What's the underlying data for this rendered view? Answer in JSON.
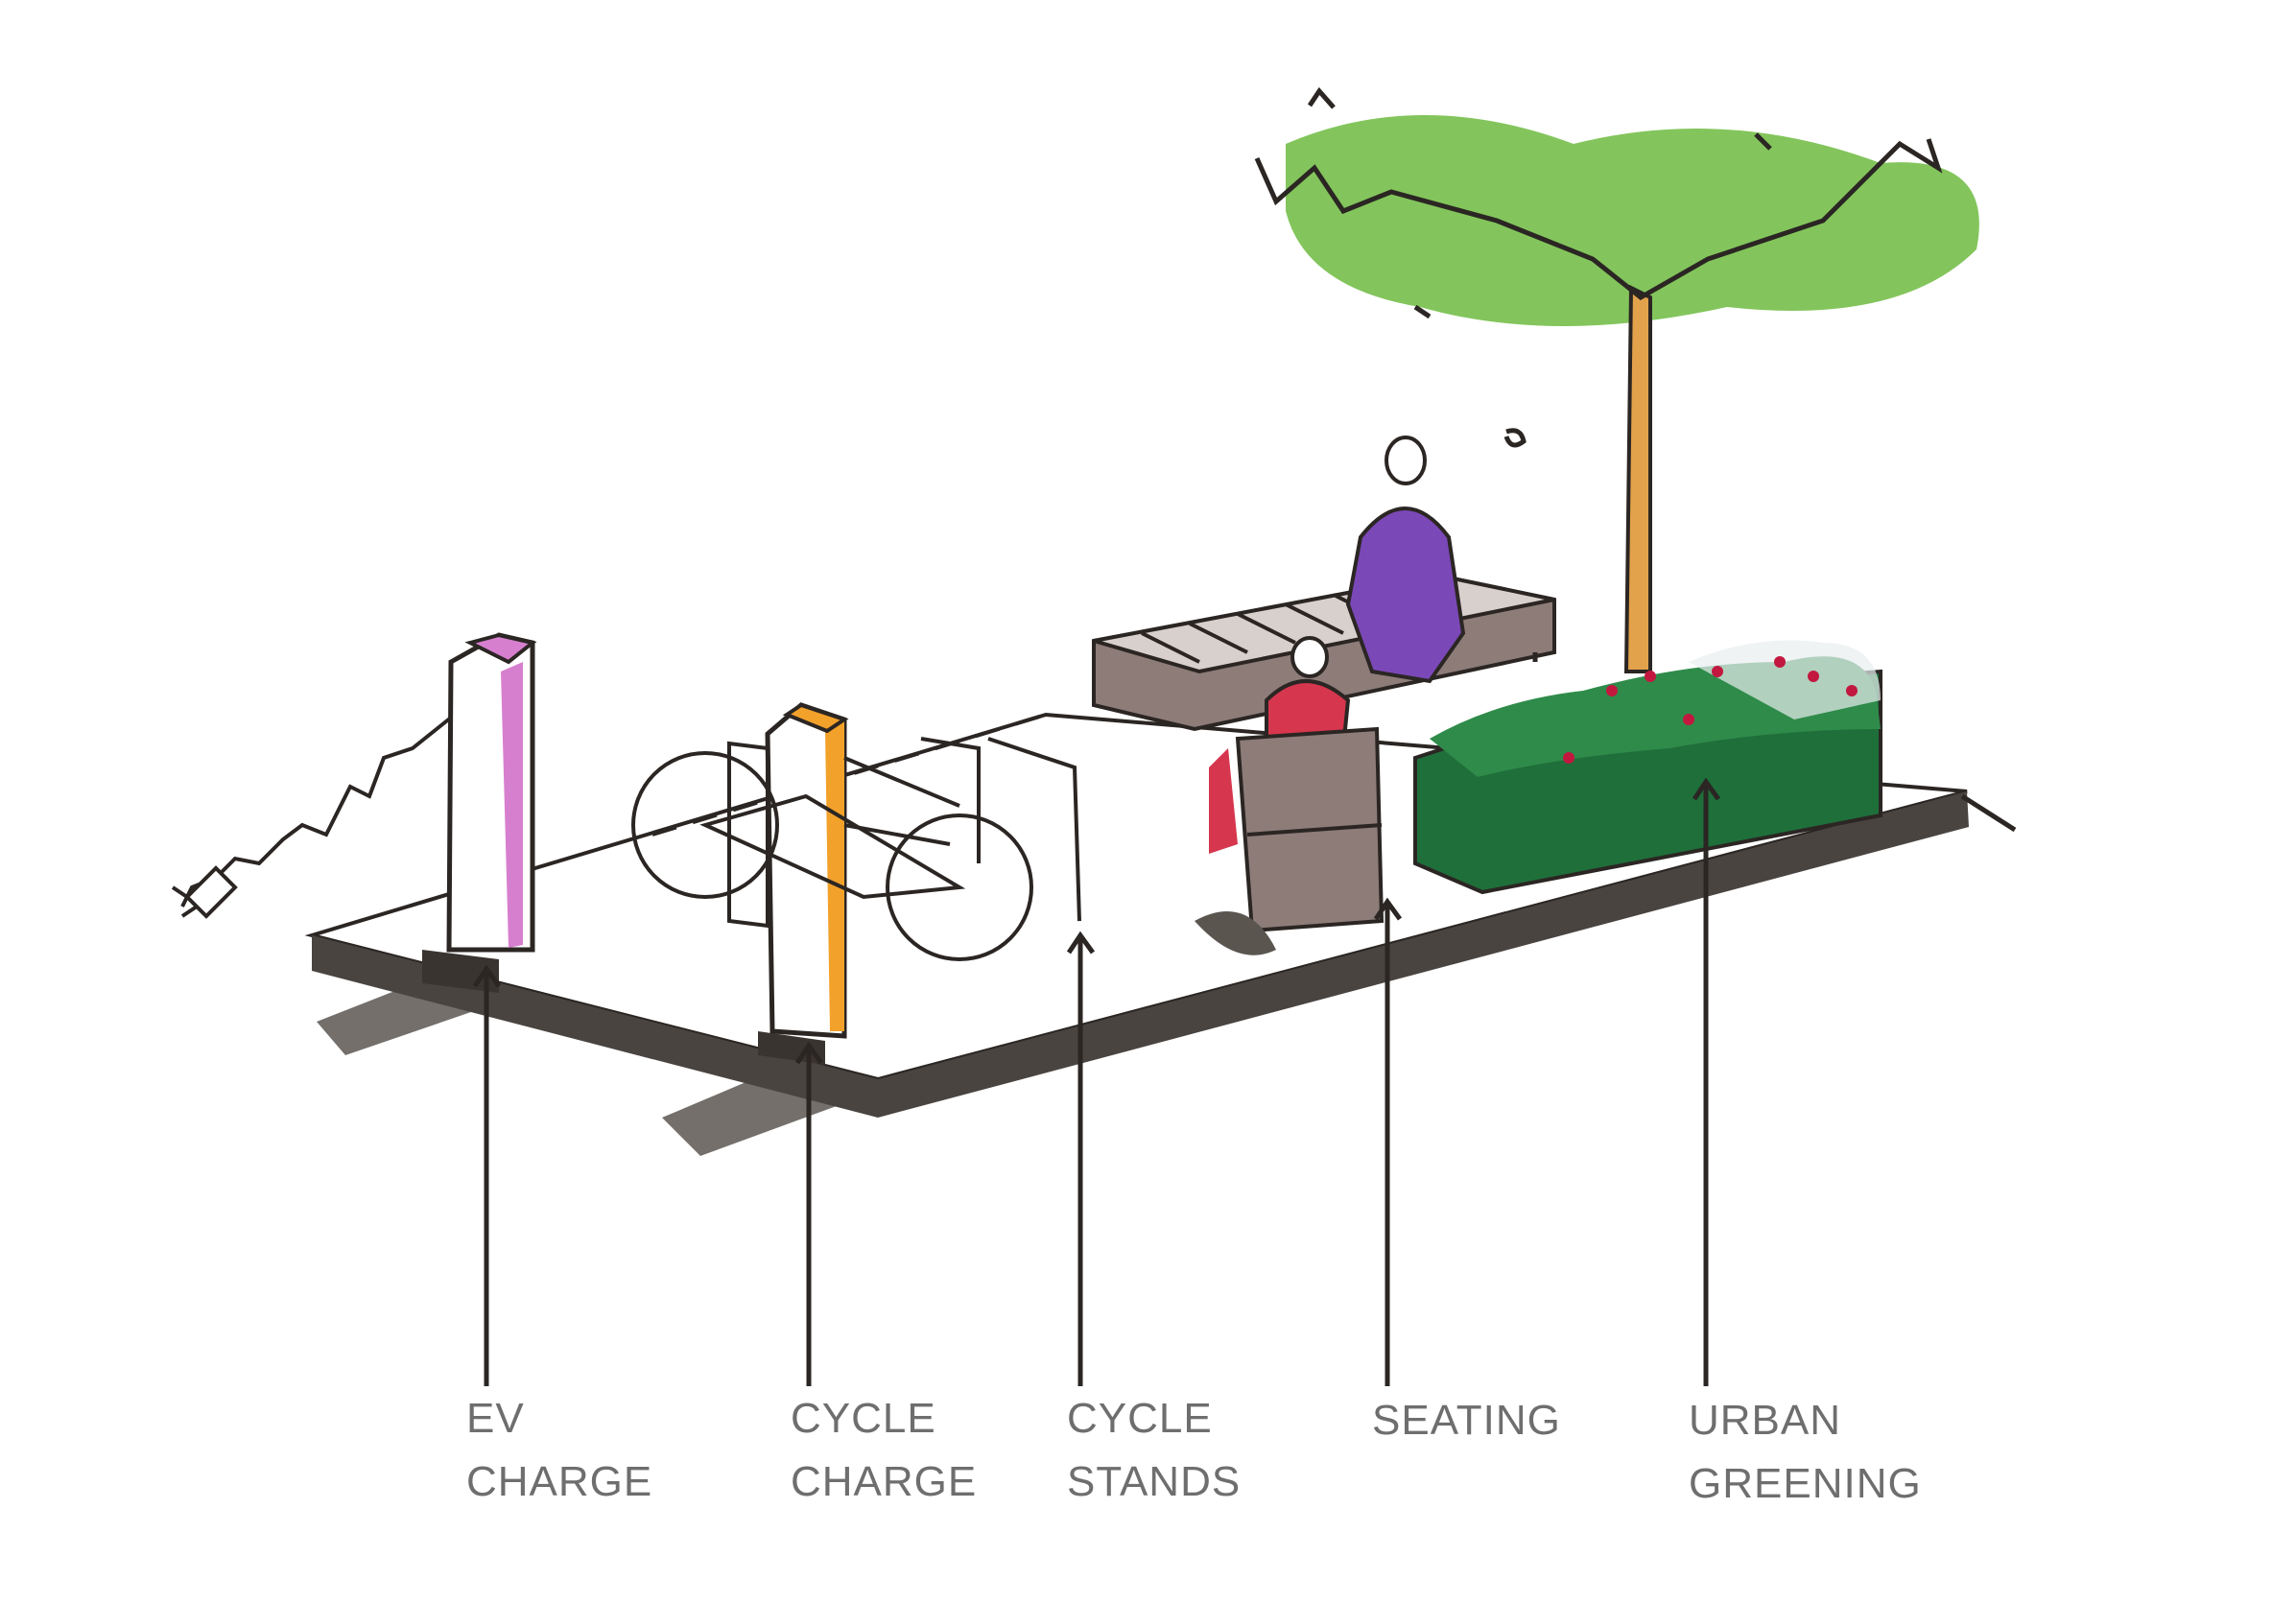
{
  "labels": {
    "ev_charge": {
      "line1": "EV",
      "line2": "CHARGE"
    },
    "cycle_charge": {
      "line1": "CYCLE",
      "line2": "CHARGE"
    },
    "cycle_stands": {
      "line1": "CYCLE",
      "line2": "STANDS"
    },
    "seating": {
      "line1": "SEATING"
    },
    "urban_greening": {
      "line1": "URBAN",
      "line2": "GREENING"
    }
  },
  "colors": {
    "ink": "#2b2623",
    "platform_edge": "#4a4440",
    "shadow": "#5b5550",
    "ev_accent": "#d77fcf",
    "cycle_accent": "#f2a12a",
    "tree_canopy": "#6dbb3f",
    "tree_trunk": "#e2a24c",
    "person_purple": "#7b48b8",
    "person_red": "#d6364e",
    "bench": "#8d7c78",
    "planter": "#1f6f3a",
    "flowers": "#c2183f",
    "label_text": "#6e6e6e"
  }
}
